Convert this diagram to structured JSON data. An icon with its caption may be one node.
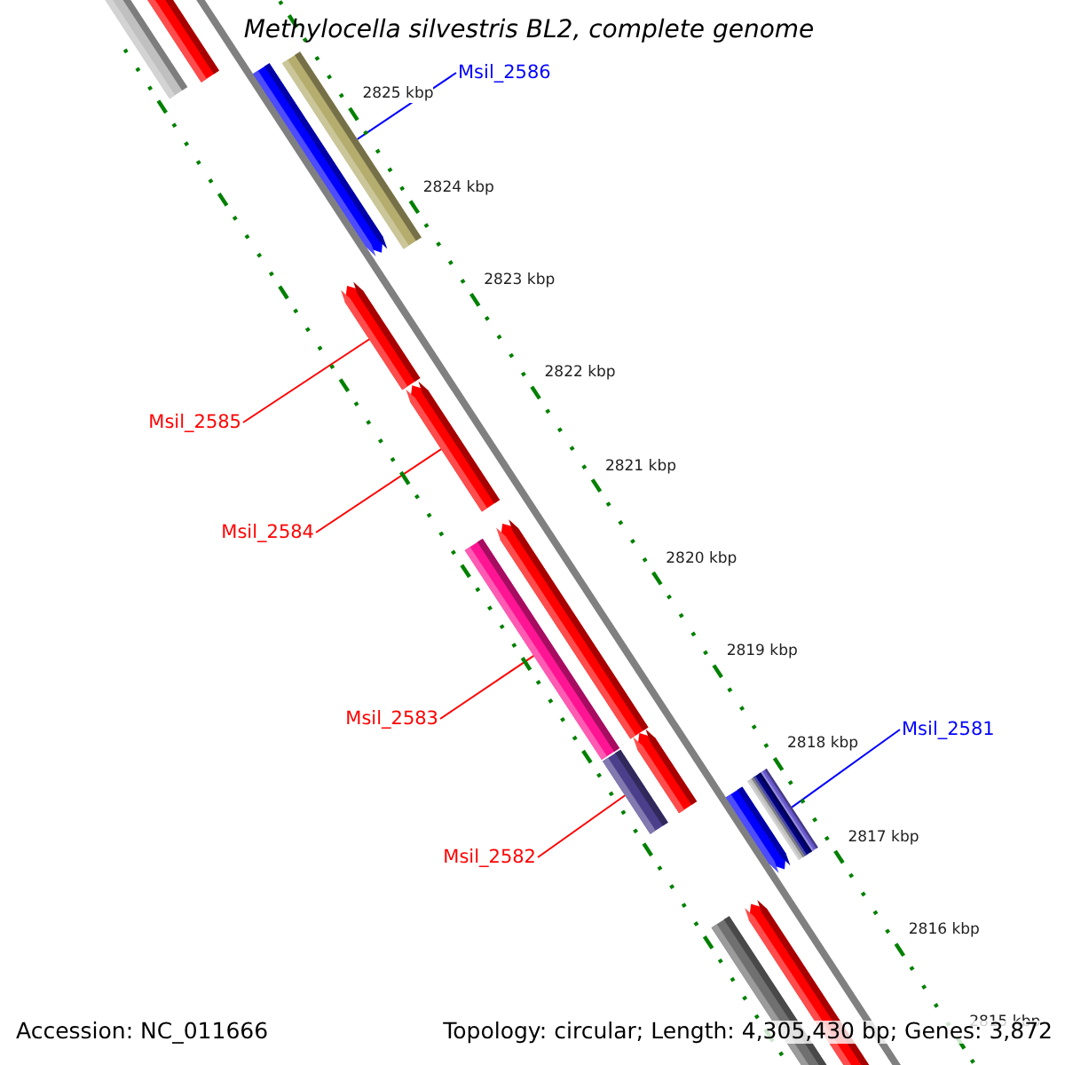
{
  "diagram": {
    "title": "Methylocella silvestris BL2, complete genome",
    "nodes": [
      {
        "text": [
          "Msil_2586"
        ]
      },
      {
        "text": [],
        "shape": "bar"
      },
      {
        "text": [
          "Msil_2585"
        ]
      },
      {
        "text": [],
        "shape": "bar"
      },
      {
        "text": [
          "Msil_2584"
        ]
      },
      {
        "text": [],
        "shape": "bar"
      },
      {
        "text": [
          "Msil_2583"
        ]
      },
      {
        "text": [],
        "shape": "bar"
      },
      {
        "text": [
          "Msil_2582"
        ]
      },
      {
        "text": [],
        "shape": "bar"
      },
      {
        "text": [
          "Msil_2581"
        ]
      },
      {
        "text": [],
        "shape": "bar"
      }
    ],
    "edges": [
      {
        "from": 0,
        "to": 1,
        "arrow": "none",
        "color": "#0000ff"
      },
      {
        "from": 2,
        "to": 3,
        "arrow": "none"
      },
      {
        "from": 4,
        "to": 5,
        "arrow": "none"
      },
      {
        "from": 6,
        "to": 7,
        "arrow": "none"
      },
      {
        "from": 8,
        "to": 9,
        "arrow": "none"
      },
      {
        "from": 10,
        "to": 11,
        "arrow": "none",
        "color": "#0000ff"
      }
    ],
    "labels": [
      "2825 kbp",
      "2824 kbp",
      "2823 kbp",
      "2822 kbp",
      "2821 kbp",
      "2820 kbp",
      "2819 kbp",
      "2818 kbp",
      "2817 kbp",
      "2816 kbp",
      "2815 kbp",
      "Accession: NC_011666",
      "Topology: circular; Length: 4,305,430 bp; Genes: 3,872"
    ]
  }
}
